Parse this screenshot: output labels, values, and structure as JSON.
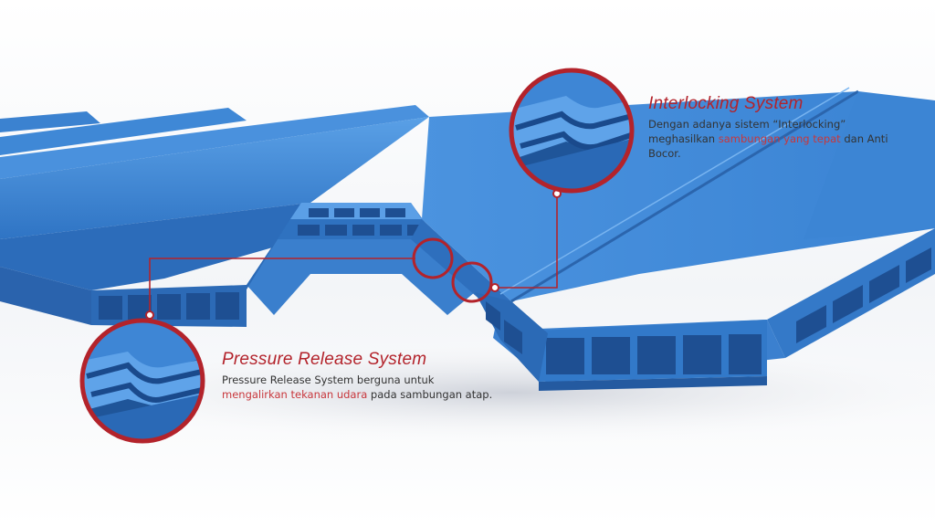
{
  "colors": {
    "accent": "#b3232b",
    "roof_blue": "#3f86d2",
    "text": "#333333"
  },
  "callouts": {
    "interlocking": {
      "title": "Interlocking System",
      "body_1": "Dengan adanya sistem “Interlocking” meghasilkan ",
      "highlight": "sambungan yang tepat",
      "body_2": " dan Anti Bocor."
    },
    "pressure": {
      "title": "Pressure Release System",
      "body_1": "Pressure Release System berguna untuk ",
      "highlight": "mengalirkan tekanan udara",
      "body_2": " pada sambungan atap."
    }
  }
}
